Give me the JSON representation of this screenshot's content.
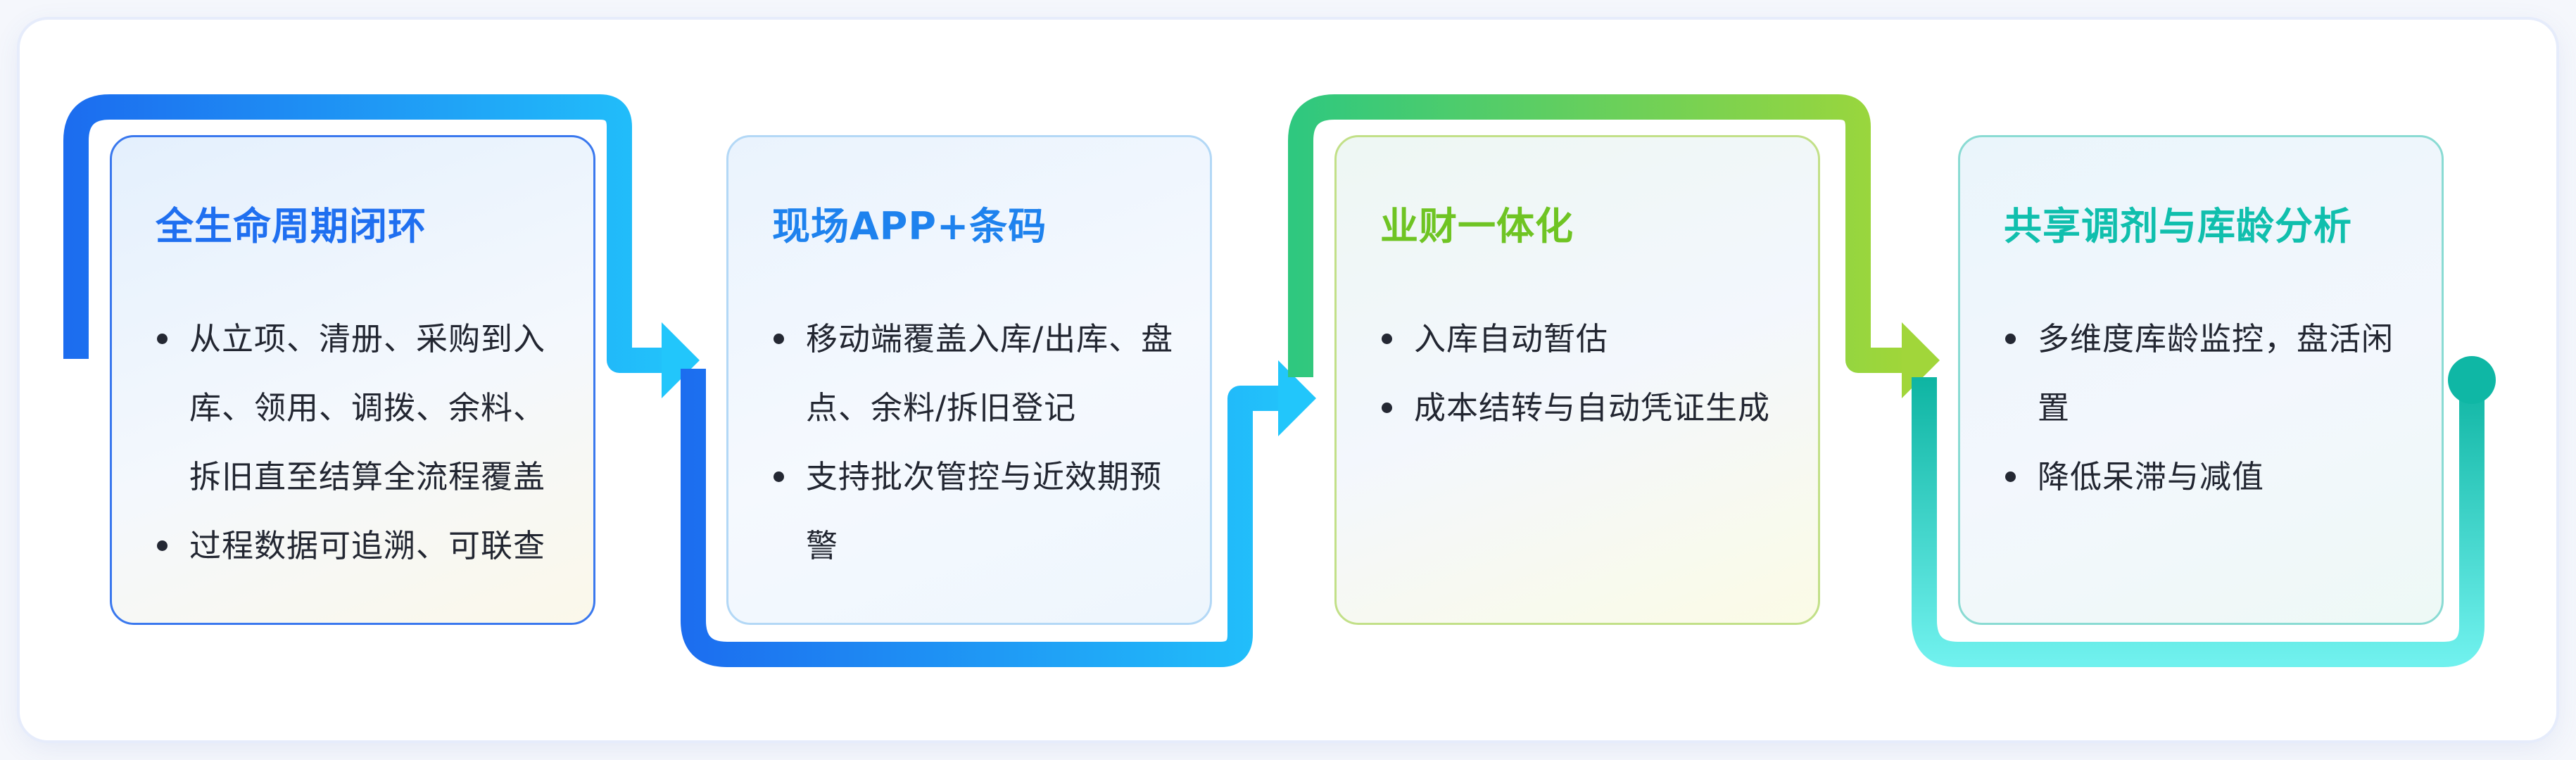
{
  "cards": [
    {
      "title": "全生命周期闭环",
      "items": [
        "从立项、清册、采购到入库、领用、调拨、余料、拆旧直至结算全流程覆盖",
        "过程数据可追溯、可联查"
      ]
    },
    {
      "title": "现场APP+条码",
      "items": [
        "移动端覆盖入库/出库、盘点、余料/拆旧登记",
        "支持批次管控与近效期预警"
      ]
    },
    {
      "title": "业财一体化",
      "items": [
        "入库自动暂估",
        "成本结转与自动凭证生成"
      ]
    },
    {
      "title": "共享调剂与库龄分析",
      "items": [
        "多维度库龄监控，盘活闲置",
        "降低呆滞与减值"
      ]
    }
  ],
  "colors": {
    "blue_dark": "#1d6ef0",
    "blue_light": "#22c6fb",
    "green_dark": "#35c979",
    "green_light": "#9bd63c",
    "teal_dark": "#0fb7a5",
    "teal_light": "#6ff0ec"
  }
}
